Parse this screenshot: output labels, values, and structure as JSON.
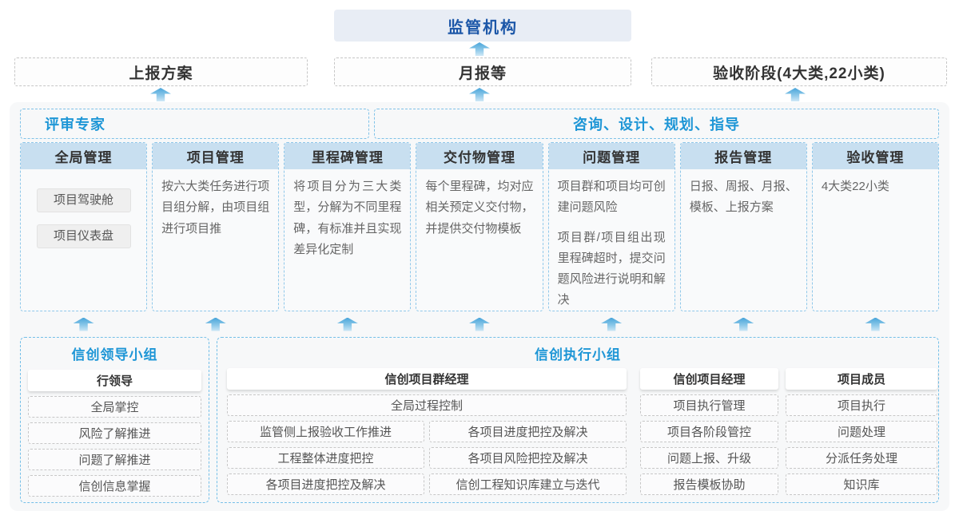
{
  "top": {
    "regulator": "监管机构"
  },
  "flow_boxes": {
    "left": "上报方案",
    "center": "月报等",
    "right": "验收阶段(4大类,22小类)"
  },
  "panel": {
    "experts": "评审专家",
    "consult": "咨询、设计、规划、指导"
  },
  "columns": [
    {
      "title": "全局管理",
      "boxes": [
        "项目驾驶舱",
        "项目仪表盘"
      ]
    },
    {
      "title": "项目管理",
      "text": "按六大类任务进行项目组分解，由项目组进行项目推"
    },
    {
      "title": "里程碑管理",
      "text": "将项目分为三大类型，分解为不同里程碑，有标准并且实现差异化定制"
    },
    {
      "title": "交付物管理",
      "text": "每个里程碑，均对应相关预定义交付物，并提供交付物模板"
    },
    {
      "title": "问题管理",
      "paras": [
        "项目群和项目均可创建问题风险",
        "项目群/项目组出现里程碑超时，提交问题风险进行说明和解决"
      ]
    },
    {
      "title": "报告管理",
      "text": "日报、周报、月报、模板、上报方案"
    },
    {
      "title": "验收管理",
      "text": "4大类22小类"
    }
  ],
  "groups": {
    "lead": {
      "title": "信创领导小组",
      "role": "行领导",
      "items": [
        "全局掌控",
        "风险了解推进",
        "问题了解推进",
        "信创信息掌握"
      ]
    },
    "exec": {
      "title": "信创执行小组",
      "program_manager": {
        "role": "信创项目群经理",
        "full_item": "全局过程控制",
        "left_items": [
          "监管侧上报验收工作推进",
          "工程整体进度把控",
          "各项目进度把控及解决"
        ],
        "right_items": [
          "各项目进度把控及解决",
          "各项目风险把控及解决",
          "信创工程知识库建立与迭代"
        ]
      },
      "project_manager": {
        "role": "信创项目经理",
        "items": [
          "项目执行管理",
          "项目各阶段管控",
          "问题上报、升级",
          "报告模板协助"
        ]
      },
      "member": {
        "role": "项目成员",
        "items": [
          "项目执行",
          "问题处理",
          "分派任务处理",
          "知识库"
        ]
      }
    }
  },
  "colors": {
    "accent_blue": "#1e96d6",
    "navy_title": "#1c57a8",
    "column_header_bg": "#c8dff0",
    "panel_bg": "#f7f8f9",
    "column_border": "#90c8ea",
    "group_border": "#74bfe8",
    "arrow_top": "#49a5da",
    "arrow_bottom": "#cfe8f7"
  }
}
